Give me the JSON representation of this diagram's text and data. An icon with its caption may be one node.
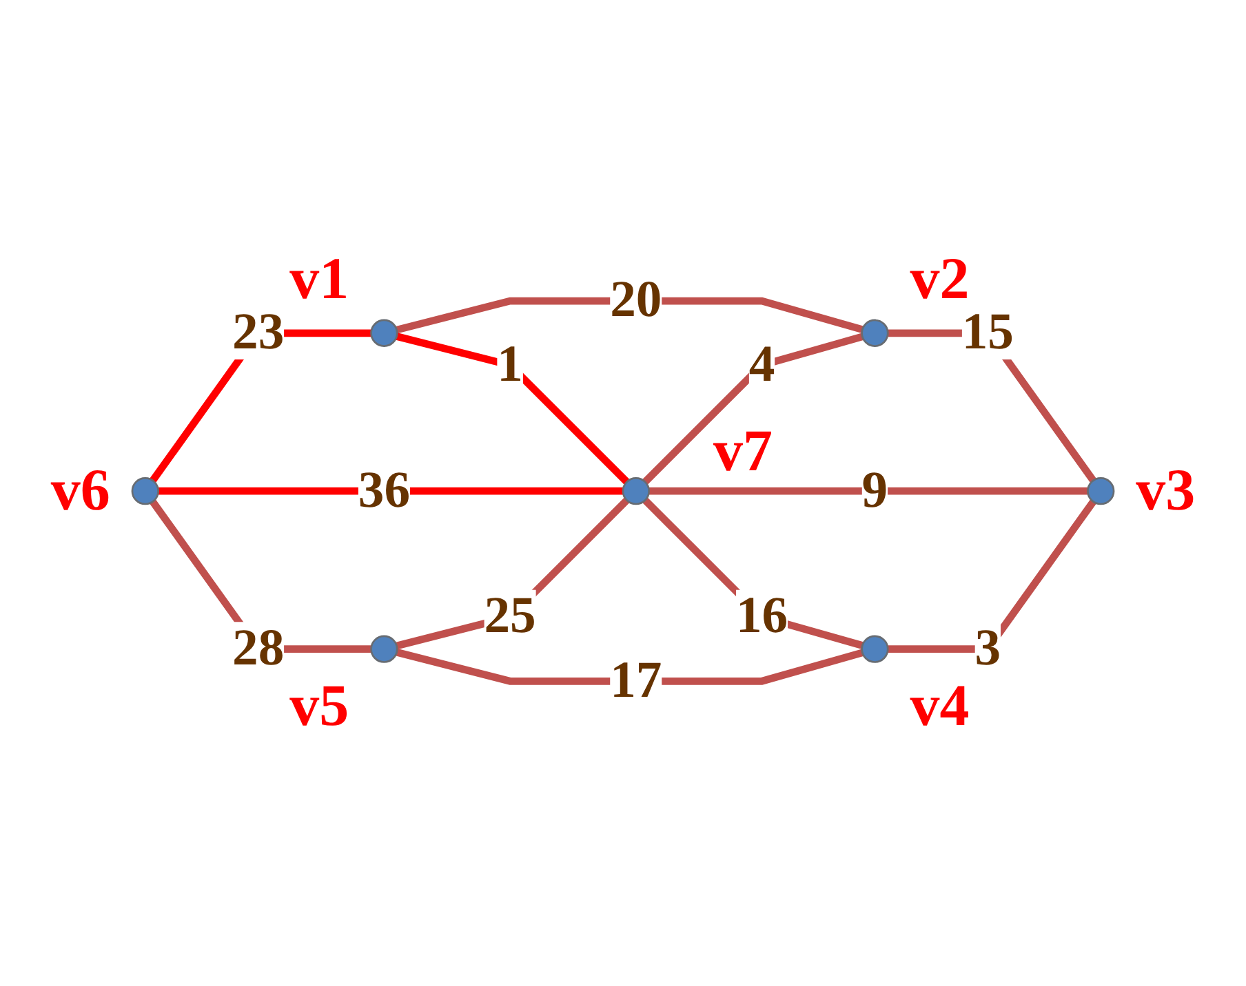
{
  "diagram": {
    "nodes": [
      {
        "text": [],
        "shape": "circle",
        "beside": [
          "v1"
        ]
      },
      {
        "text": [],
        "shape": "circle",
        "beside": [
          "v2"
        ]
      },
      {
        "text": [],
        "shape": "circle",
        "beside": [
          "v6"
        ]
      },
      {
        "text": [],
        "shape": "circle",
        "beside": [
          "v7"
        ]
      },
      {
        "text": [],
        "shape": "circle",
        "beside": [
          "v3"
        ]
      },
      {
        "text": [],
        "shape": "circle",
        "beside": [
          "v5"
        ]
      },
      {
        "text": [],
        "shape": "circle",
        "beside": [
          "v4"
        ]
      }
    ],
    "edges": [
      {
        "from": 0,
        "to": 1,
        "arrow": "none",
        "label": "20"
      },
      {
        "from": 2,
        "to": 0,
        "arrow": "none",
        "label": "23",
        "color": "#ff0000"
      },
      {
        "from": 0,
        "to": 3,
        "arrow": "none",
        "label": "1",
        "color": "#ff0000"
      },
      {
        "from": 3,
        "to": 1,
        "arrow": "none",
        "label": "4"
      },
      {
        "from": 1,
        "to": 4,
        "arrow": "none",
        "label": "15"
      },
      {
        "from": 2,
        "to": 3,
        "arrow": "none",
        "label": "36",
        "color": "#ff0000"
      },
      {
        "from": 3,
        "to": 4,
        "arrow": "none",
        "label": "9"
      },
      {
        "from": 2,
        "to": 5,
        "arrow": "none",
        "label": "28"
      },
      {
        "from": 5,
        "to": 3,
        "arrow": "none",
        "label": "25"
      },
      {
        "from": 3,
        "to": 6,
        "arrow": "none",
        "label": "16"
      },
      {
        "from": 6,
        "to": 4,
        "arrow": "none",
        "label": "3"
      },
      {
        "from": 5,
        "to": 6,
        "arrow": "none",
        "label": "17"
      }
    ]
  }
}
